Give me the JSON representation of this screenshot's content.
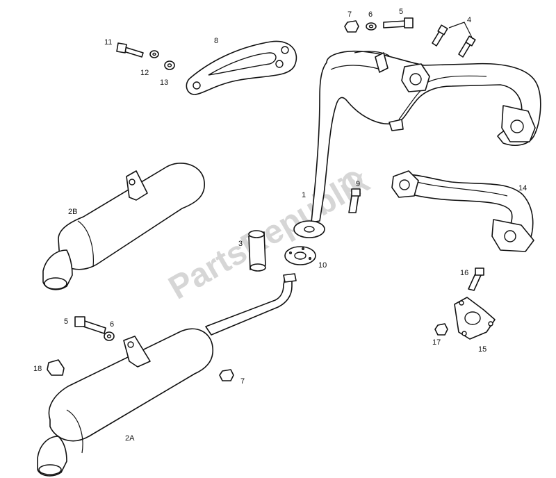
{
  "watermark": "PartsRepublik",
  "labels": {
    "l1": "1",
    "l2a": "2A",
    "l2b": "2B",
    "l3": "3",
    "l4": "4",
    "l5a": "5",
    "l5b": "5",
    "l6a": "6",
    "l6b": "6",
    "l7a": "7",
    "l7b": "7",
    "l8": "8",
    "l9": "9",
    "l10": "10",
    "l11": "11",
    "l12": "12",
    "l13": "13",
    "l14": "14",
    "l15": "15",
    "l16": "16",
    "l17": "17",
    "l18": "18"
  }
}
